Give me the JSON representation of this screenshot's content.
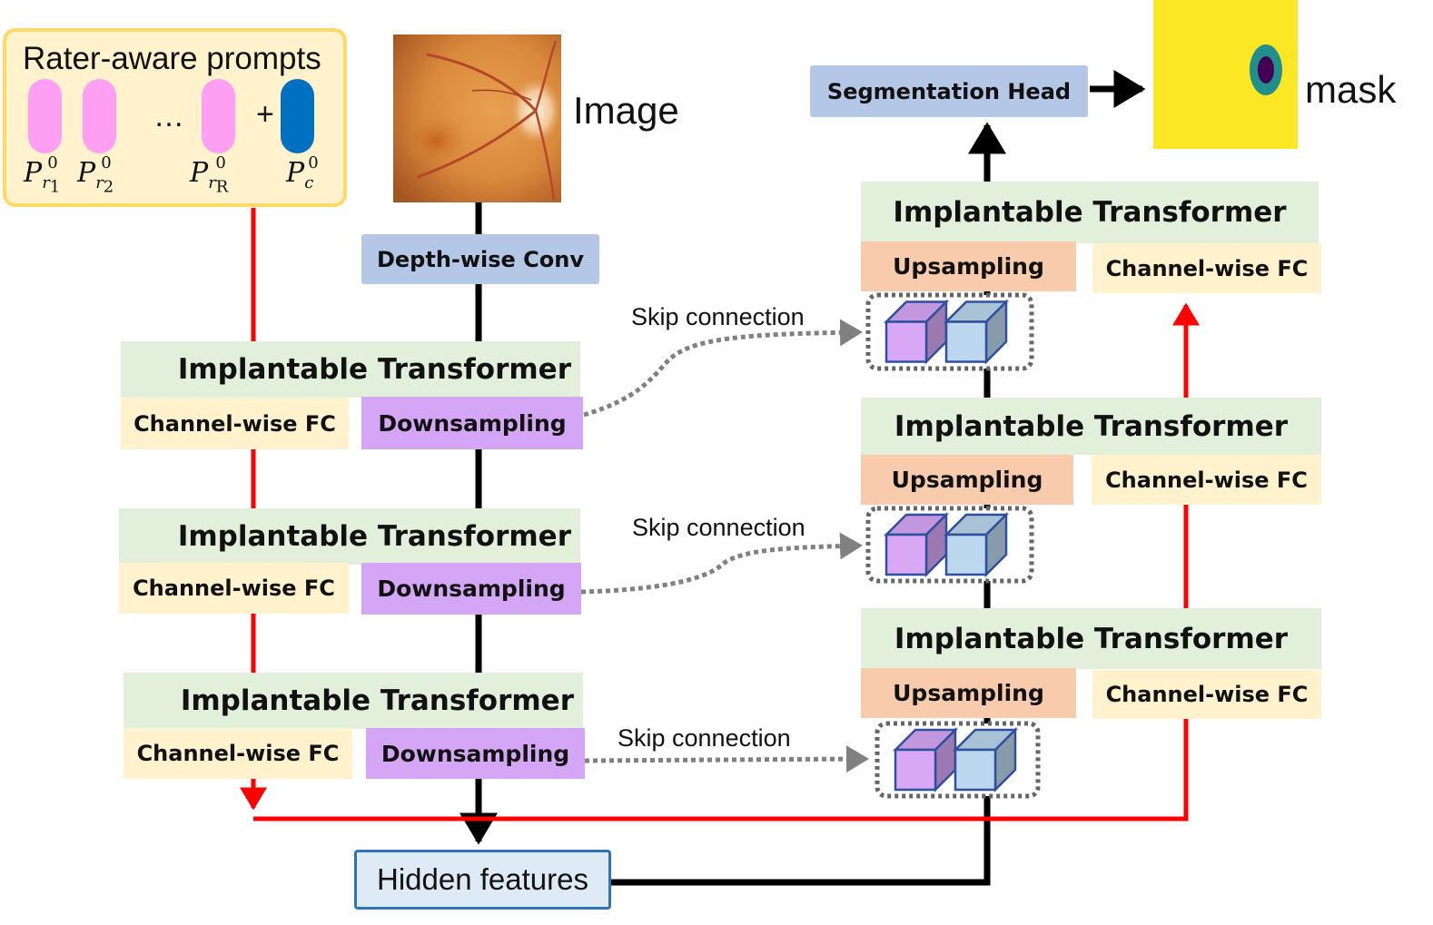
{
  "prompts": {
    "title": "Rater-aware prompts",
    "ellipsis": "…",
    "plus": "+",
    "labels": [
      {
        "base": "P",
        "sub": "r",
        "subsub": "1",
        "sup": "0"
      },
      {
        "base": "P",
        "sub": "r",
        "subsub": "2",
        "sup": "0"
      },
      {
        "base": "P",
        "sub": "r",
        "subsub": "R",
        "sup": "0"
      },
      {
        "base": "P",
        "sub": "c",
        "subsub": "",
        "sup": "0"
      }
    ],
    "colors": {
      "rater": "#ff9ff3",
      "common": "#0070c0"
    }
  },
  "image_label": "Image",
  "mask_label": "mask",
  "depthwise": "Depth-wise Conv",
  "seg_head": "Segmentation Head",
  "hidden": "Hidden features",
  "encoder": [
    {
      "title": "Implantable Transformer",
      "fc": "Channel-wise FC",
      "sample": "Downsampling"
    },
    {
      "title": "Implantable Transformer",
      "fc": "Channel-wise FC",
      "sample": "Downsampling"
    },
    {
      "title": "Implantable Transformer",
      "fc": "Channel-wise FC",
      "sample": "Downsampling"
    }
  ],
  "decoder": [
    {
      "title": "Implantable Transformer",
      "fc": "Channel-wise FC",
      "sample": "Upsampling"
    },
    {
      "title": "Implantable Transformer",
      "fc": "Channel-wise FC",
      "sample": "Upsampling"
    },
    {
      "title": "Implantable Transformer",
      "fc": "Channel-wise FC",
      "sample": "Upsampling"
    }
  ],
  "skip": [
    "Skip connection",
    "Skip connection",
    "Skip connection"
  ],
  "colors": {
    "prompt_flow": "#ff0000",
    "feature_flow": "#000000",
    "skip": "#808080",
    "mask_bg": "#fde725",
    "cube_left": "#d9a8f5",
    "cube_right": "#bdd7ee"
  }
}
